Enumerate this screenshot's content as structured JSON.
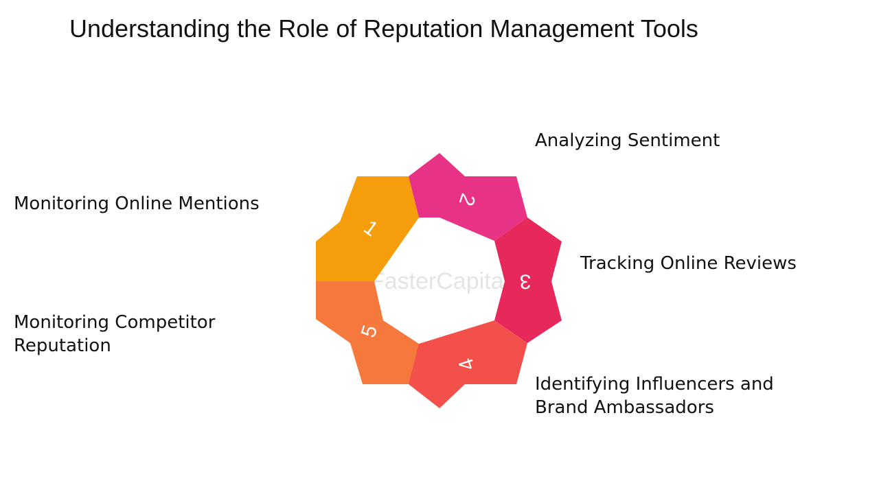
{
  "title": "Understanding the Role of Reputation Management Tools",
  "watermark": "FasterCapital",
  "colors": {
    "segment_1": "#f59d0b",
    "segment_2": "#e83286",
    "segment_3": "#e7285a",
    "segment_4": "#f4504b",
    "segment_5": "#f5793d"
  },
  "segments": [
    {
      "number": "1",
      "label_lines": [
        "Monitoring Online Mentions"
      ]
    },
    {
      "number": "2",
      "label_lines": [
        "Analyzing Sentiment"
      ]
    },
    {
      "number": "3",
      "label_lines": [
        "Tracking Online Reviews"
      ]
    },
    {
      "number": "4",
      "label_lines": [
        "Identifying Influencers and",
        "Brand Ambassadors"
      ]
    },
    {
      "number": "5",
      "label_lines": [
        "Monitoring Competitor",
        "Reputation"
      ]
    }
  ]
}
